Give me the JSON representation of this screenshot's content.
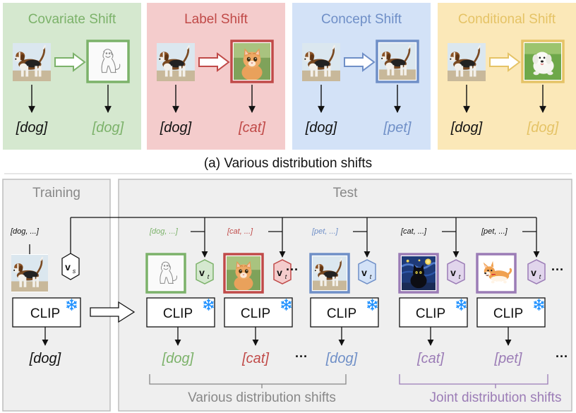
{
  "top": {
    "caption": "(a) Various distribution shifts",
    "panels": [
      {
        "title": "Covariate Shift",
        "left_label": "[dog]",
        "right_label": "[dog]",
        "bg": "#d5e8cf",
        "accent": "#7cb26a",
        "left_image": "beagle",
        "right_image": "dog-sketch"
      },
      {
        "title": "Label Shift",
        "left_label": "[dog]",
        "right_label": "[cat]",
        "bg": "#f4cccc",
        "accent": "#c04a48",
        "left_image": "beagle",
        "right_image": "kitten"
      },
      {
        "title": "Concept Shift",
        "left_label": "[dog]",
        "right_label": "[pet]",
        "bg": "#d3e2f7",
        "accent": "#6f8fc7",
        "left_image": "beagle",
        "right_image": "beagle"
      },
      {
        "title": "Conditional Shift",
        "left_label": "[dog]",
        "right_label": "[dog]",
        "bg": "#fbe8b8",
        "accent": "#e5c366",
        "left_image": "beagle",
        "right_image": "white-puppy"
      }
    ]
  },
  "bottom": {
    "training": {
      "title": "Training",
      "prompt": "[dog, ...]",
      "vector": "v",
      "vector_sub": "s",
      "model": "CLIP",
      "output": "[dog]"
    },
    "test": {
      "title": "Test",
      "vector": "v",
      "vector_sub": "t",
      "model": "CLIP",
      "ellipsis": "···",
      "items": [
        {
          "prompt": "[dog, ...]",
          "output": "[dog]",
          "accent": "#7cb26a",
          "vt_fill": "#d5e8cf",
          "image": "dog-sketch"
        },
        {
          "prompt": "[cat, ...]",
          "output": "[cat]",
          "accent": "#c04a48",
          "vt_fill": "#f4cccc",
          "image": "kitten"
        },
        {
          "prompt": "[pet, ...]",
          "output": "[dog]",
          "accent": "#6f8fc7",
          "vt_fill": "#d3e2f7",
          "image": "beagle"
        },
        {
          "prompt": "[cat, ...]",
          "output": "[cat]",
          "accent": "#9b7cb6",
          "vt_fill": "#e1d5ec",
          "image": "starry-cat"
        },
        {
          "prompt": "[pet, ...]",
          "output": "[pet]",
          "accent": "#9b7cb6",
          "vt_fill": "#e1d5ec",
          "image": "corgi-cartoon"
        }
      ],
      "group_various": "Various distribution shifts",
      "group_joint": "Joint distribution shifts",
      "group_joint_color": "#9b7cb6"
    },
    "panel_bg": "#efefef",
    "panel_border": "#bdbdbd"
  },
  "colors": {
    "frozen": "#1e90ff",
    "text": "#111111",
    "muted": "#888888"
  }
}
